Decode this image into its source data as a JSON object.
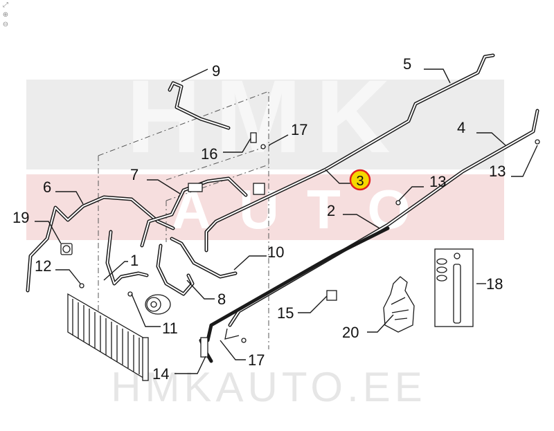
{
  "toolbar": {
    "tools": [
      {
        "name": "fit-icon",
        "glyph": "⤢"
      },
      {
        "name": "zoom-in-icon",
        "glyph": "⊕"
      },
      {
        "name": "zoom-out-icon",
        "glyph": "⊖"
      }
    ]
  },
  "watermark": {
    "logo": "HMK",
    "logo_sub": "AUTO",
    "url": "HMKAUTO.EE"
  },
  "callouts": [
    "9",
    "5",
    "17",
    "16",
    "4",
    "13",
    "3",
    "7",
    "6",
    "13",
    "2",
    "19",
    "10",
    "12",
    "1",
    "18",
    "8",
    "11",
    "15",
    "20",
    "17",
    "14"
  ],
  "highlight": {
    "label": "3",
    "fill": "#f5d800",
    "ring": "#e02020"
  }
}
